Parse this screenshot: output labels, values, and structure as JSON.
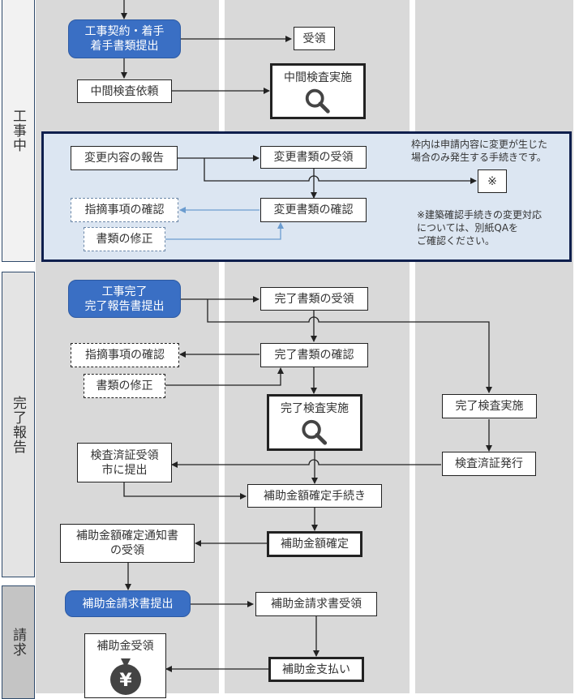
{
  "lanes": [
    "applicant",
    "city",
    "building_confirmation_body"
  ],
  "phases": {
    "construction": "工事中",
    "completion": "完了報告",
    "billing": "請求"
  },
  "nodes": {
    "contract_start": "工事契約・着手\n着手書類提出",
    "receipt_1": "受領",
    "interim_request": "中間検査依頼",
    "interim_inspection": "中間検査実施",
    "change_report": "変更内容の報告",
    "change_docs_receipt": "変更書類の受領",
    "change_note_mark": "※",
    "change_indication_check": "指摘事項の確認",
    "change_docs_check": "変更書類の確認",
    "change_doc_fix": "書類の修正",
    "completion_report": "工事完了\n完了報告書提出",
    "completion_docs_receipt": "完了書類の受領",
    "completion_indication_check": "指摘事項の確認",
    "completion_docs_check": "完了書類の確認",
    "completion_doc_fix": "書類の修正",
    "completion_inspection_city": "完了検査実施",
    "completion_inspection_body": "完了検査実施",
    "certificate_submit": "検査済証受領\n市に提出",
    "certificate_issue": "検査済証発行",
    "subsidy_finalize_procedure": "補助金額確定手続き",
    "subsidy_notice_receipt": "補助金額確定通知書\nの受領",
    "subsidy_finalized": "補助金額確定",
    "subsidy_claim_submit": "補助金請求書提出",
    "subsidy_claim_receipt": "補助金請求書受領",
    "subsidy_received": "補助金受領",
    "subsidy_payment": "補助金支払い"
  },
  "notes": {
    "panel_note": "枠内は申請内容に変更が生じた\n場合のみ発生する手続きです。",
    "mark_note": "※建築確認手続きの変更対応\nについては、別紙QAを\nご確認ください。"
  },
  "icons": {
    "inspection": "magnifier-icon",
    "money": "yen-money-bag-icon",
    "yen_symbol": "¥"
  },
  "colors": {
    "lane_bg": "#d9d9d9",
    "applicant_action": "#3a6fc4",
    "change_panel_bg": "#dce6f2",
    "change_panel_border": "#0f1f4d",
    "change_flow_line": "#6b9ccf"
  }
}
